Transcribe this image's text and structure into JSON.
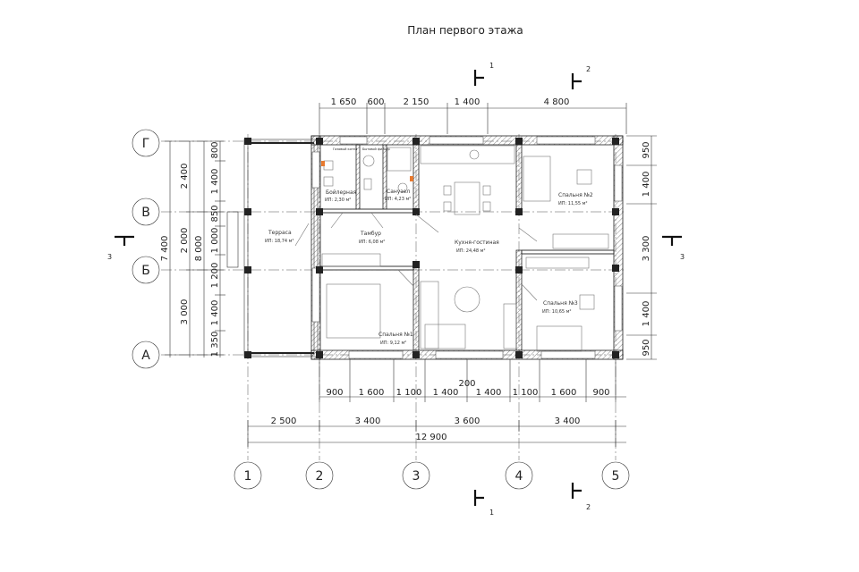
{
  "title": "План первого этажа",
  "axes_x": [
    "1",
    "2",
    "3",
    "4",
    "5"
  ],
  "axes_y": [
    "Г",
    "В",
    "Б",
    "А"
  ],
  "dims_top": [
    "1 650",
    "600",
    "2 150",
    "1 400",
    "4 800"
  ],
  "dims_bottom_inner": [
    "900",
    "1 600",
    "1 100",
    "1 400",
    "1 400",
    "1 100",
    "1 600",
    "900"
  ],
  "dim_200": "200",
  "dims_bottom_mid": [
    "2 500",
    "3 400",
    "3 600",
    "3 400"
  ],
  "dim_total_x": "12 900",
  "dims_left_outer": [
    "2 400",
    "2 000",
    "3 000"
  ],
  "dim_7400": "7 400",
  "dim_8000": "8 000",
  "dims_left_inner": [
    "800",
    "1 400",
    "850",
    "1 000",
    "1 200",
    "1 400",
    "1 350"
  ],
  "dims_right": [
    "950",
    "1 400",
    "3 300",
    "1 400",
    "950"
  ],
  "section_marks": {
    "s1": "1",
    "s2": "2",
    "s3": "3"
  },
  "rooms": {
    "terrace": {
      "name": "Терраса",
      "area": "ИП: 18,74 м²"
    },
    "tambur": {
      "name": "Тамбур",
      "area": "ИП: 6,08 м²"
    },
    "boiler": {
      "name": "Бойлерная",
      "area": "ИП: 2,30 м²"
    },
    "wc": {
      "name": "Санузел",
      "area": "ИП: 4,23 м²"
    },
    "kitchen": {
      "name": "Кухня-гостиная",
      "area": "ИП: 24,48 м²"
    },
    "bed1": {
      "name": "Спальня №1",
      "area": "ИП: 9,12 м²"
    },
    "bed2": {
      "name": "Спальня №2",
      "area": "ИП: 11,55 м²"
    },
    "bed3": {
      "name": "Спальня №3",
      "area": "ИП: 10,65 м²"
    }
  },
  "equipment": {
    "gas": "Газовый котел",
    "filter": "Бытовой фильтр"
  }
}
